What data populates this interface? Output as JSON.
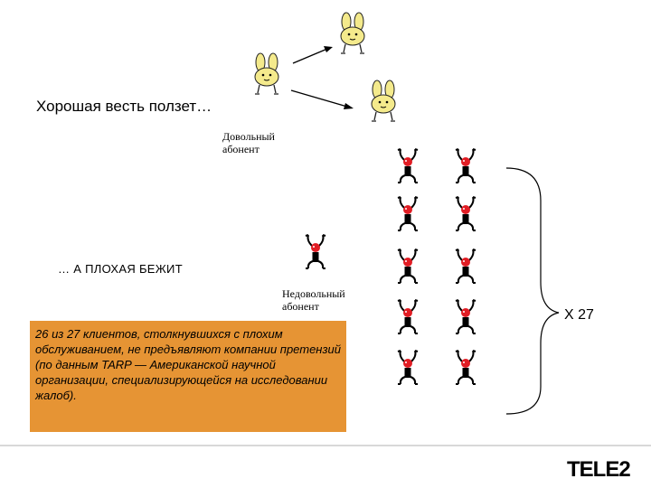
{
  "headline_good": "Хорошая весть ползет…",
  "headline_bad": "… А ПЛОХАЯ БЕЖИТ",
  "label_happy": "Довольный абонент",
  "label_unhappy": "Недовольный абонент",
  "multiplier": "X 27",
  "info_text": "26 из 27 клиентов, столкнувшихся с плохим обслуживанием, не предъявляют компании претензий (по данным TARP — Американской научной организации, специализирующейся на исследовании жалоб).",
  "logo_text": "TELE2",
  "colors": {
    "info_box": "#e69434",
    "bunny": "#f4ea8c",
    "bug_head": "#e11d24"
  },
  "icons": {
    "happy": "bunny-icon",
    "unhappy": "angry-bug-icon"
  }
}
